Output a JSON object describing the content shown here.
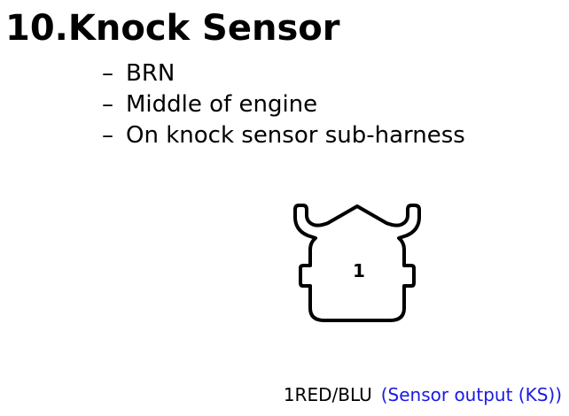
{
  "title": "10.Knock Sensor",
  "bullets": [
    {
      "dash": "–",
      "text": "BRN"
    },
    {
      "dash": "–",
      "text": "Middle of engine"
    },
    {
      "dash": "–",
      "text": "On knock sensor sub-harness"
    }
  ],
  "connector": {
    "pin_label": "1"
  },
  "wire": {
    "color_label": "1RED/BLU",
    "description": "(Sensor output (KS))"
  },
  "colors": {
    "text": "#000000",
    "description": "#1a1ae6",
    "background": "#ffffff"
  }
}
